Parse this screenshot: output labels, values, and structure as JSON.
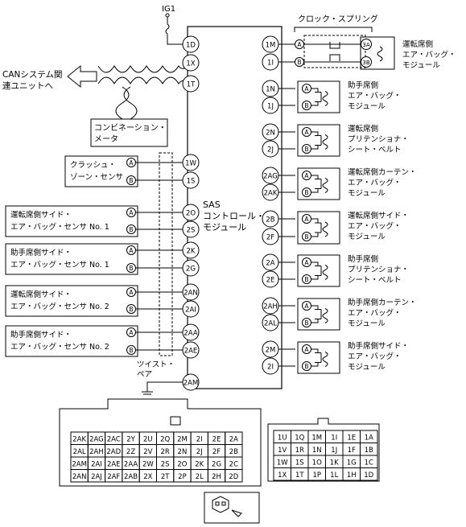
{
  "power_label": "IG1",
  "module": {
    "line1": "SAS",
    "line2": "コントロール・",
    "line3": "モジュール"
  },
  "clock_spring": "クロック・スプリング",
  "can_label": [
    "CANシステム関",
    "連ユニットへ"
  ],
  "combination_meter": [
    "コンビネーション・",
    "メータ"
  ],
  "twist_pair": [
    "ツイスト・",
    "ペア"
  ],
  "left_pins": [
    "1D",
    "1X",
    "1T",
    "1W",
    "1S",
    "2O",
    "2S",
    "2K",
    "2G",
    "2AN",
    "2AI",
    "2AA",
    "2AE",
    "2AM"
  ],
  "right_pins": [
    "1M",
    "1I",
    "1N",
    "1J",
    "2N",
    "2J",
    "2AG",
    "2AK",
    "2B",
    "2F",
    "2A",
    "2E",
    "2AH",
    "2AL",
    "2M",
    "2I"
  ],
  "sensors": [
    {
      "label": [
        "クラッシュ・",
        "ゾーン・センサ"
      ]
    },
    {
      "label": [
        "運転席側サイド・",
        "エア・バッグ・センサ No. 1"
      ]
    },
    {
      "label": [
        "助手席側サイド・",
        "エア・バッグ・センサ No. 1"
      ]
    },
    {
      "label": [
        "運転席側サイド・",
        "エア・バッグ・センサ No. 2"
      ]
    },
    {
      "label": [
        "助手席側サイド・",
        "エア・バッグ・センサ No. 2"
      ]
    }
  ],
  "connector_a": "A",
  "connector_b": "B",
  "clock_pins": [
    "3A",
    "3B"
  ],
  "loads": [
    {
      "label": [
        "運転席側",
        "エア・バッグ・",
        "モジュール"
      ]
    },
    {
      "label": [
        "助手席側",
        "エア・バッグ・",
        "モジュール"
      ]
    },
    {
      "label": [
        "運転席側",
        "プリテンショナ・",
        "シート・ベルト"
      ]
    },
    {
      "label": [
        "運転席側カーテン・",
        "エア・バッグ・",
        "モジュール"
      ]
    },
    {
      "label": [
        "運転席側サイド・",
        "エア・バッグ・",
        "モジュール"
      ]
    },
    {
      "label": [
        "助手席側",
        "プリテンショナ・",
        "シート・ベルト"
      ]
    },
    {
      "label": [
        "助手席側カーテン・",
        "エア・バッグ・",
        "モジュール"
      ]
    },
    {
      "label": [
        "助手席側サイド・",
        "エア・バッグ・",
        "モジュール"
      ]
    }
  ],
  "connector2_grid": [
    [
      "2AK",
      "2AG",
      "2AC",
      "2Y",
      "2U",
      "2Q",
      "2M",
      "2I",
      "2E",
      "2A"
    ],
    [
      "2AL",
      "2AH",
      "2AD",
      "2Z",
      "2V",
      "2R",
      "2N",
      "2J",
      "2F",
      "2B"
    ],
    [
      "2AM",
      "2AI",
      "2AE",
      "2AA",
      "2W",
      "2S",
      "2O",
      "2K",
      "2G",
      "2C"
    ],
    [
      "2AN",
      "2AJ",
      "2AF",
      "2AB",
      "2X",
      "2T",
      "2P",
      "2L",
      "2H",
      "2D"
    ]
  ],
  "connector1_grid": [
    [
      "1U",
      "1Q",
      "1M",
      "1I",
      "1E",
      "1A"
    ],
    [
      "1V",
      "1R",
      "1N",
      "1J",
      "1F",
      "1B"
    ],
    [
      "1W",
      "1S",
      "1O",
      "1K",
      "1G",
      "1C"
    ],
    [
      "1X",
      "1T",
      "1P",
      "1L",
      "1H",
      "1D"
    ]
  ]
}
